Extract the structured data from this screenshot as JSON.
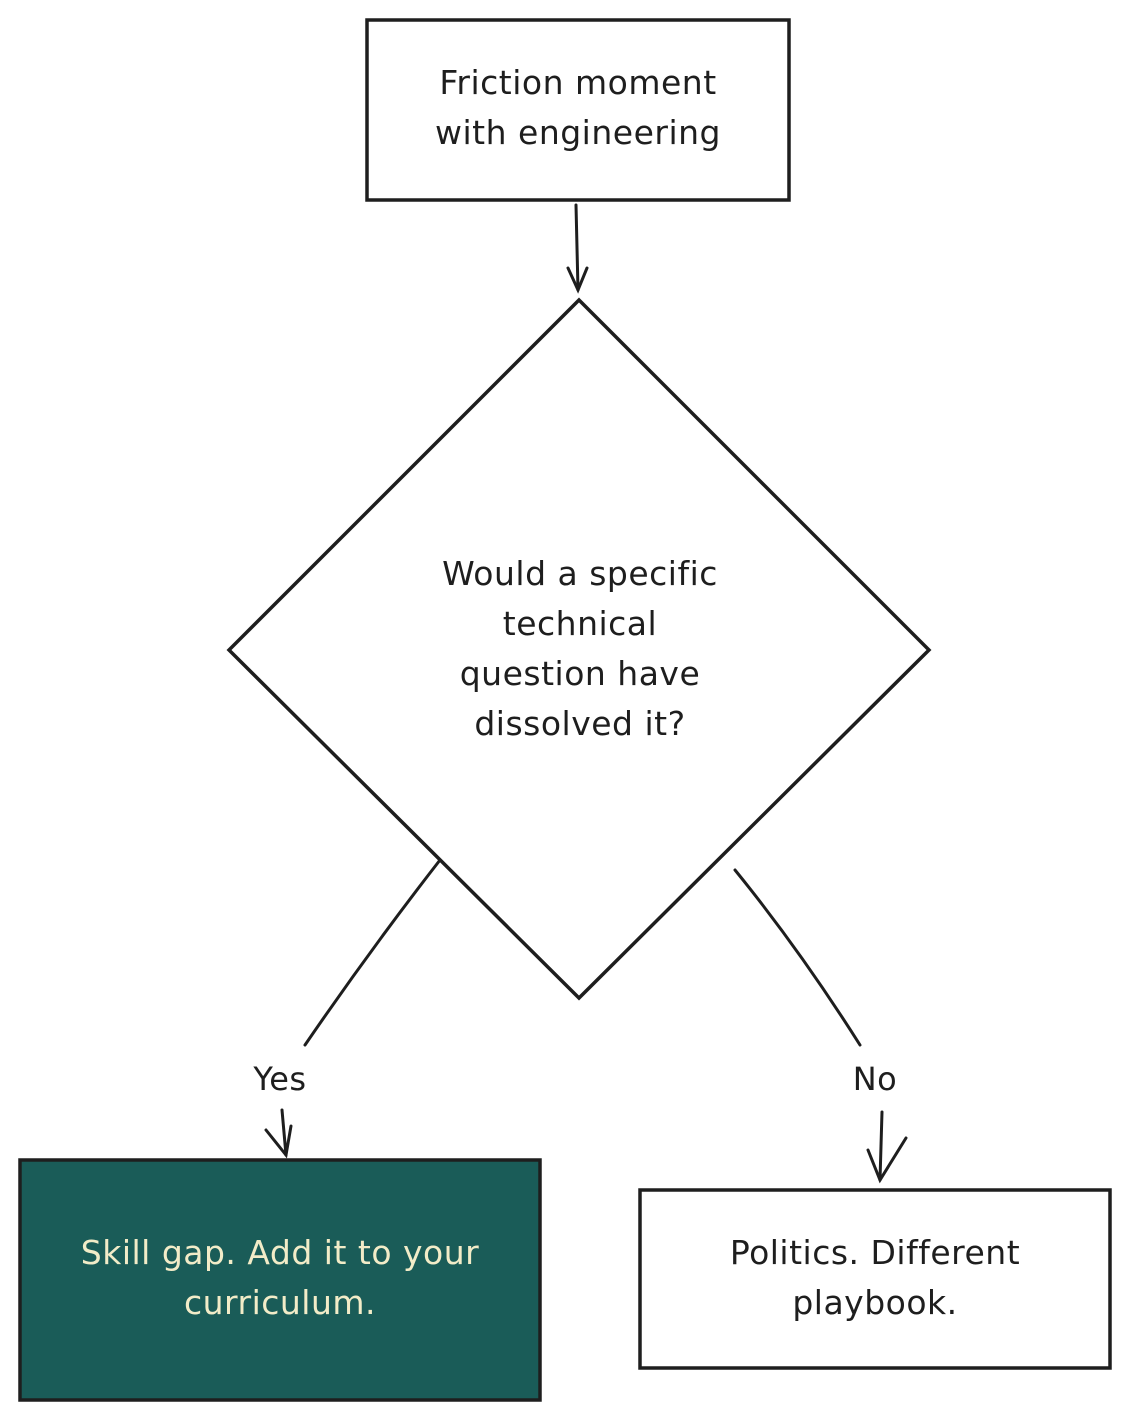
{
  "colors": {
    "stroke": "#1e1e1e",
    "background": "#ffffff",
    "yes_box_fill": "#1a5c58",
    "yes_box_text": "#f2ecc8"
  },
  "nodes": {
    "start": {
      "lines": [
        "Friction moment",
        "with engineering"
      ]
    },
    "decision": {
      "lines": [
        "Would a specific",
        "technical",
        "question have",
        "dissolved it?"
      ]
    },
    "yes_outcome": {
      "lines": [
        "Skill gap. Add it to your",
        "curriculum."
      ]
    },
    "no_outcome": {
      "lines": [
        "Politics. Different",
        "playbook."
      ]
    }
  },
  "edges": {
    "yes_label": "Yes",
    "no_label": "No"
  }
}
